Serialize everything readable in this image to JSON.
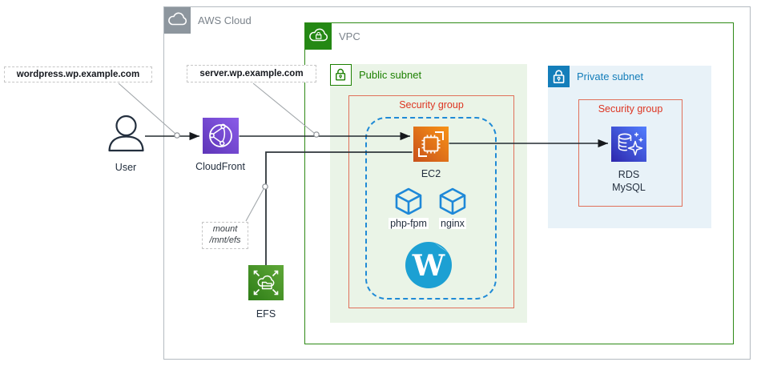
{
  "groups": {
    "aws_cloud": {
      "label": "AWS Cloud"
    },
    "vpc": {
      "label": "VPC"
    },
    "public_subnet": {
      "label": "Public subnet"
    },
    "private_subnet": {
      "label": "Private subnet"
    },
    "public_security_group": {
      "label": "Security group"
    },
    "private_security_group": {
      "label": "Security group"
    }
  },
  "nodes": {
    "user": {
      "label": "User"
    },
    "cloudfront": {
      "label": "CloudFront"
    },
    "ec2": {
      "label": "EC2"
    },
    "php_fpm": {
      "label": "php-fpm"
    },
    "nginx": {
      "label": "nginx"
    },
    "efs": {
      "label": "EFS"
    },
    "rds": {
      "label_line1": "RDS",
      "label_line2": "MySQL"
    }
  },
  "annotations": {
    "wordpress_domain": {
      "text": "wordpress.wp.example.com"
    },
    "server_domain": {
      "text": "server.wp.example.com"
    },
    "efs_mount": {
      "line1": "mount",
      "line2": "/mnt/efs"
    }
  },
  "icons": {
    "aws_cloud": "cloud-icon",
    "vpc": "cloud-lock-icon",
    "public_subnet": "lock-icon",
    "private_subnet": "lock-icon",
    "user": "person-icon",
    "cloudfront": "globe-network-icon",
    "ec2": "chip-icon",
    "php_fpm": "container-cube-icon",
    "nginx": "container-cube-icon",
    "wordpress": "wordpress-logo",
    "efs": "cloud-folder-expand-icon",
    "rds": "database-sparkle-icon"
  },
  "colors": {
    "aws_icon_gray": "#8D969E",
    "aws_border_gray": "#B4BBC1",
    "title_gray": "#7B838B",
    "vpc_green": "#248814",
    "public_subnet_green": "#1D8102",
    "public_subnet_fill": "#EAF4E7",
    "private_subnet_blue": "#147EBA",
    "private_subnet_fill": "#E8F2F8",
    "security_group_red": "#DD3522",
    "security_group_border": "#E0705A",
    "dashed_border_blue": "#1F8AD6",
    "container_cube_blue": "#1E88D8",
    "wordpress_blue": "#1CA0D3",
    "ec2_orange": "#E07522",
    "cloudfront_purple": "#7B4BD3",
    "rds_indigo": "#3B3FC4",
    "efs_green": "#3F9428",
    "edge_dark": "#232B31",
    "callout_line_gray": "#9BA1A6"
  }
}
